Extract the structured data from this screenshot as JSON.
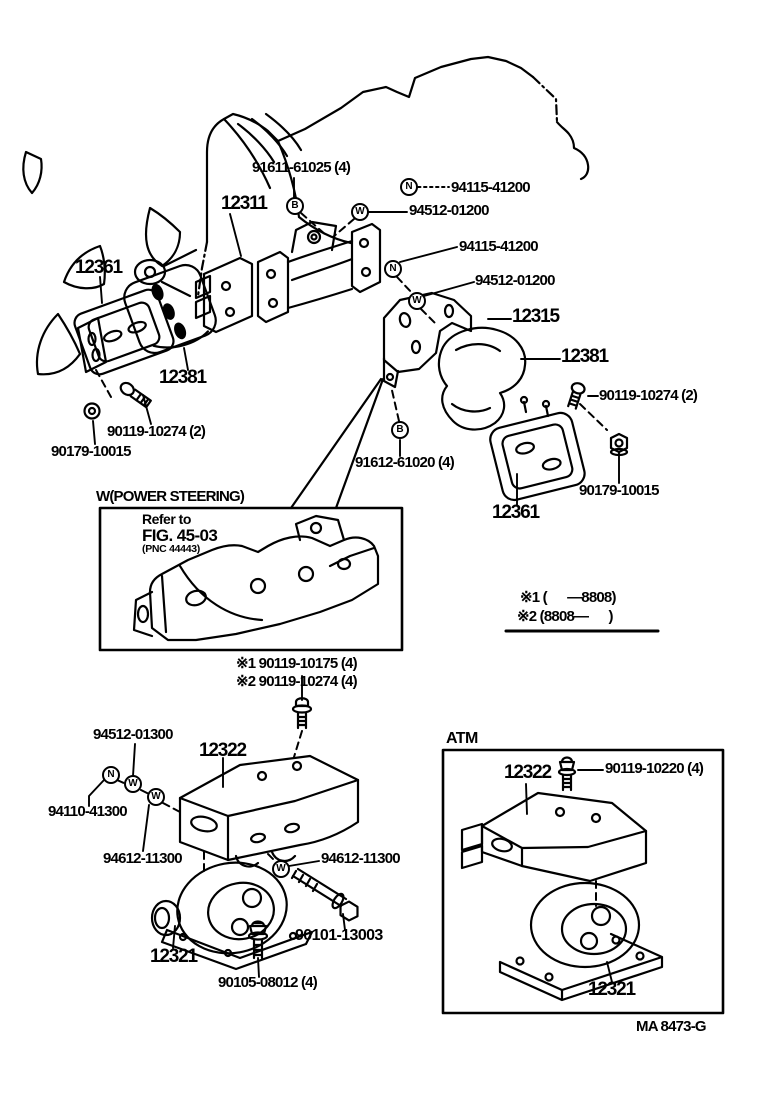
{
  "symbols": {
    "bolt": "B",
    "nut": "N",
    "washer": "W"
  },
  "engine": {
    "head_bolt": "91611-61025 (4)",
    "front_bracket": "12311"
  },
  "front_mount": {
    "nut_upper": "94115-41200",
    "washer_upper": "94512-01200",
    "nut_lower": "94115-41200",
    "washer_lower": "94512-01200",
    "bracket_rh": "12315",
    "cover_rh": "12381",
    "bolt_rh": "90119-10274 (2)",
    "nut_rh": "90179-10015",
    "insulator_rh": "12361",
    "stud_bolt": "91612-61020 (4)",
    "insulator_lh": "12361",
    "cover_lh": "12381",
    "bolt_lh": "90119-10274 (2)",
    "washer_lh": "90179-10015"
  },
  "power_steering_box": {
    "title": "W(POWER STEERING)",
    "note_line1": "Refer to",
    "note_line2": "FIG. 45-03",
    "note_line3": "(PNC 44443)"
  },
  "date_legend": {
    "line1": "※1 (      —8808)",
    "line2": "※2 (8808—      )"
  },
  "variant_bolts": {
    "line1": "※1 90119-10175 (4)",
    "line2": "※2 90119-10274 (4)"
  },
  "rear_mount": {
    "washer_spring": "94512-01300",
    "bracket": "12322",
    "nut": "94110-41300",
    "washer_left": "94612-11300",
    "washer_right": "94612-11300",
    "insulator": "12321",
    "through_bolt": "90101-13003",
    "flange_bolt": "90105-08012 (4)"
  },
  "atm_box": {
    "title": "ATM",
    "bracket": "12322",
    "bolt": "90119-10220 (4)",
    "insulator": "12321"
  },
  "footer": {
    "code": "MA 8473-G"
  }
}
